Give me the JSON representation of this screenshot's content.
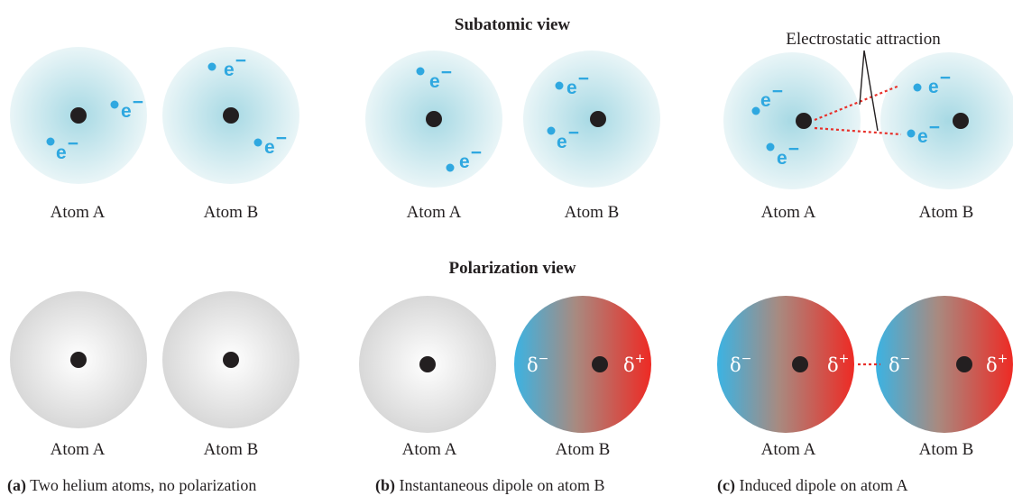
{
  "headers": {
    "subatomic": "Subatomic view",
    "polarization": "Polarization view"
  },
  "atom_a_label": "Atom A",
  "atom_b_label": "Atom B",
  "electron_label": "e",
  "electron_charge": "−",
  "attraction_label": "Electrostatic attraction",
  "delta_symbol": "δ",
  "delta_minus": "−",
  "delta_plus": "+",
  "captions": [
    {
      "letter": "(a)",
      "text": " Two helium atoms, no polarization"
    },
    {
      "letter": "(b)",
      "text": " Instantaneous dipole on atom B"
    },
    {
      "letter": "(c)",
      "text": " Induced dipole on atom A"
    }
  ],
  "colors": {
    "electron": "#2fa8e0",
    "cloud_center": "#a7d9e4",
    "cloud_edge": "#e9f5f7",
    "neutral_center": "#ffffff",
    "neutral_edge": "#d8d8d8",
    "dipole_negative": "#3bb3e3",
    "dipole_mid": "#a88a80",
    "dipole_positive": "#ee2a24",
    "attraction_line": "#e8302a",
    "nucleus": "#231f20"
  }
}
